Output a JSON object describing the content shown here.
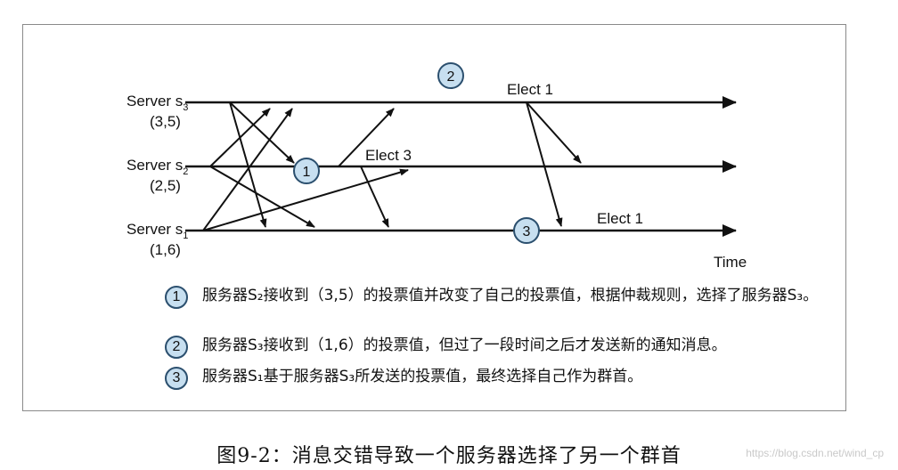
{
  "servers": [
    {
      "name": "Server s",
      "sub": "3",
      "votes": "(3,5)"
    },
    {
      "name": "Server s",
      "sub": "2",
      "votes": "(2,5)"
    },
    {
      "name": "Server s",
      "sub": "1",
      "votes": "(1,6)"
    }
  ],
  "labels": {
    "elect1_top": "Elect 1",
    "elect3": "Elect 3",
    "elect1_bottom": "Elect 1",
    "time": "Time"
  },
  "badges": {
    "b1": "1",
    "b2": "2",
    "b3": "3"
  },
  "legend": [
    {
      "num": "1",
      "text": "服务器S₂接收到（3,5）的投票值并改变了自己的投票值，根据仲裁规则，选择了服务器S₃。"
    },
    {
      "num": "2",
      "text": "服务器S₃接收到（1,6）的投票值，但过了一段时间之后才发送新的通知消息。"
    },
    {
      "num": "3",
      "text": "服务器S₁基于服务器S₃所发送的投票值，最终选择自己作为群首。"
    }
  ],
  "caption": "图9-2：消息交错导致一个服务器选择了另一个群首",
  "watermark": "https://blog.csdn.net/wind_cp",
  "colors": {
    "badge_fill": "#c7dff0",
    "badge_stroke": "#2b4f6e",
    "line": "#111111"
  }
}
